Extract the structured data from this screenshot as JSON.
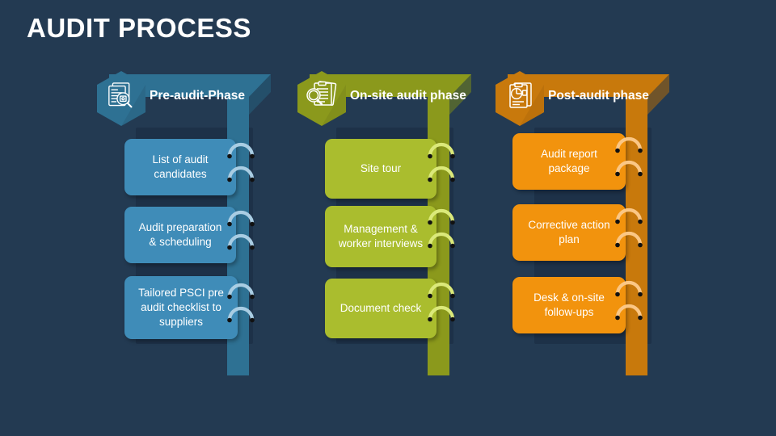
{
  "page": {
    "title": "AUDIT PROCESS",
    "background_color": "#233a52"
  },
  "columns": [
    {
      "id": "pre-audit",
      "label": "Pre-audit-Phase",
      "icon": "documents-magnifier-icon",
      "banner_color": "#2e7193",
      "banner_shade_color": "#27607e",
      "spine_color": "#2e7193",
      "hex_color": "#2e7193",
      "hex_shade_color": "#27607e",
      "box_color": "#3f8cb8",
      "clip_color": "#a9cde3",
      "steps": [
        {
          "text": "List of audit candidates"
        },
        {
          "text": "Audit preparation & scheduling"
        },
        {
          "text": "Tailored PSCI pre audit checklist to suppliers"
        }
      ]
    },
    {
      "id": "on-site-audit",
      "label": "On-site audit phase",
      "icon": "clipboard-magnifier-icon",
      "banner_color": "#8b991c",
      "banner_shade_color": "#79861a",
      "spine_color": "#8b991c",
      "hex_color": "#8b991c",
      "hex_shade_color": "#79861a",
      "box_color": "#aabd2e",
      "clip_color": "#dbe97a",
      "steps": [
        {
          "text": "Site tour"
        },
        {
          "text": "Management & worker interviews"
        },
        {
          "text": "Document check"
        }
      ]
    },
    {
      "id": "post-audit",
      "label": "Post-audit phase",
      "icon": "report-chart-icon",
      "banner_color": "#c8790c",
      "banner_shade_color": "#b06a0a",
      "spine_color": "#c8790c",
      "hex_color": "#c8790c",
      "hex_shade_color": "#b06a0a",
      "box_color": "#f2930d",
      "clip_color": "#fbc785",
      "steps": [
        {
          "text": "Audit report package"
        },
        {
          "text": "Corrective action plan"
        },
        {
          "text": "Desk & on-site follow-ups"
        }
      ]
    }
  ]
}
